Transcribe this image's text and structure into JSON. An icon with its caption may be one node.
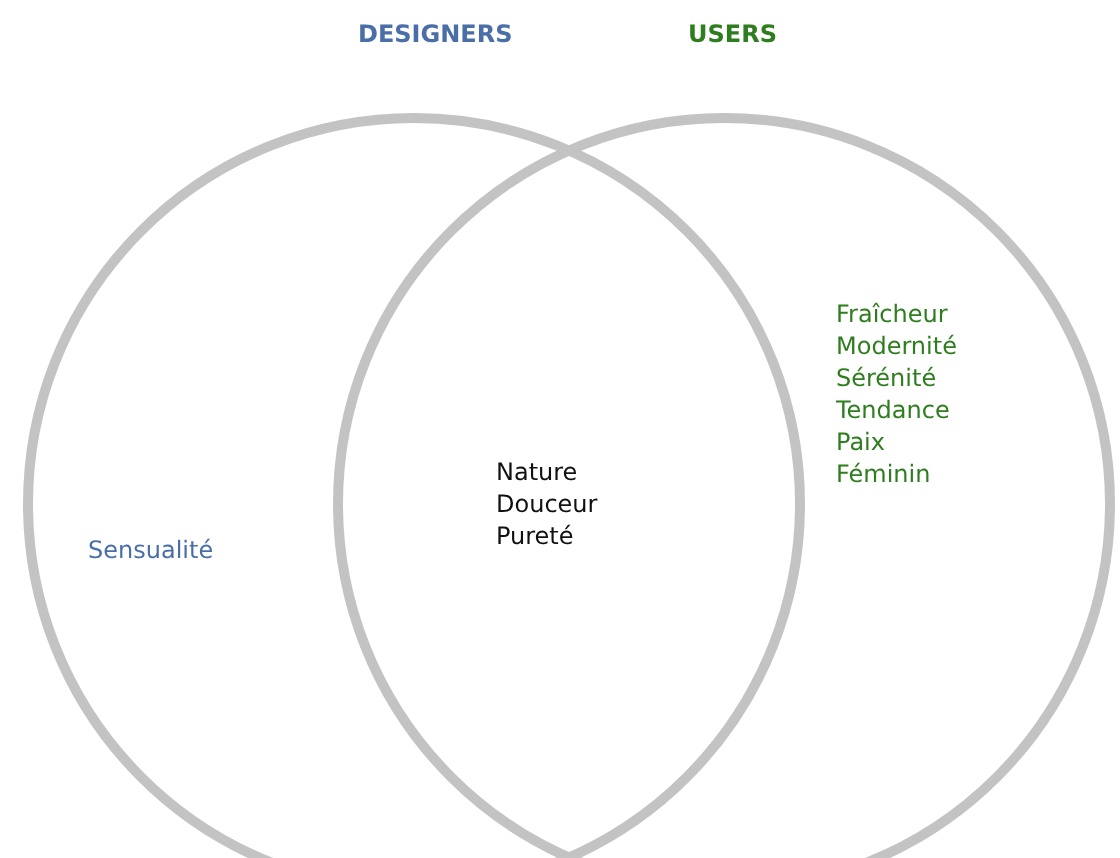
{
  "diagram": {
    "nodes": [
      {
        "text": [
          "DESIGNERS",
          "Sensualité"
        ]
      },
      {
        "text": [
          "USERS",
          "Fraîcheur",
          "Modernité",
          "Sérénité",
          "Tendance",
          "Paix",
          "Féminin"
        ]
      }
    ],
    "labels": [
      "Nature",
      "Douceur",
      "Pureté"
    ]
  }
}
